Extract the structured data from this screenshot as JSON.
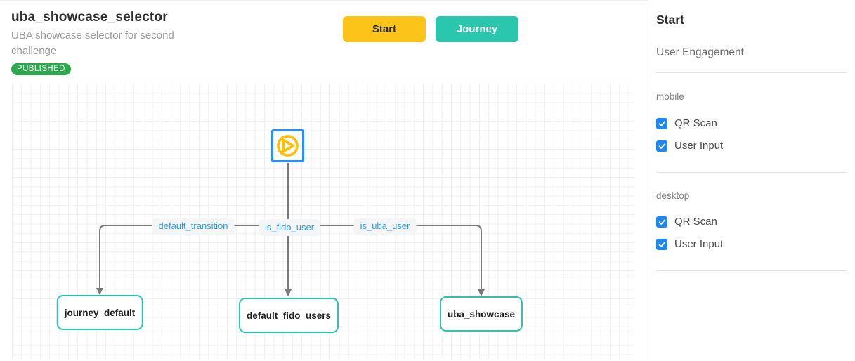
{
  "header": {
    "title": "uba_showcase_selector",
    "subtitle": "UBA showcase selector for second challenge",
    "status_badge": "PUBLISHED"
  },
  "toolbar": {
    "start_label": "Start",
    "journey_label": "Journey"
  },
  "canvas": {
    "start_node": {
      "icon": "play-icon"
    },
    "edges": [
      {
        "label": "default_transition",
        "target": "journey_default"
      },
      {
        "label": "is_fido_user",
        "target": "default_fido_users"
      },
      {
        "label": "is_uba_user",
        "target": "uba_showcase"
      }
    ],
    "nodes": [
      {
        "label": "journey_default"
      },
      {
        "label": "default_fido_users"
      },
      {
        "label": "uba_showcase"
      }
    ]
  },
  "sidebar": {
    "title": "Start",
    "subtitle": "User Engagement",
    "sections": [
      {
        "label": "mobile",
        "options": [
          {
            "label": "QR Scan",
            "checked": true
          },
          {
            "label": "User Input",
            "checked": true
          }
        ]
      },
      {
        "label": "desktop",
        "options": [
          {
            "label": "QR Scan",
            "checked": true
          },
          {
            "label": "User Input",
            "checked": true
          }
        ]
      }
    ]
  },
  "colors": {
    "accent_yellow": "#fcc419",
    "accent_teal": "#2ac7ae",
    "start_node_blue": "#2e8ef7",
    "play_icon_yellow": "#ffc107",
    "edge_label_blue": "#2e9be6",
    "badge_green": "#2da84c",
    "checkbox_blue": "#1e88f2",
    "edge_gray": "#7a7a7a"
  }
}
